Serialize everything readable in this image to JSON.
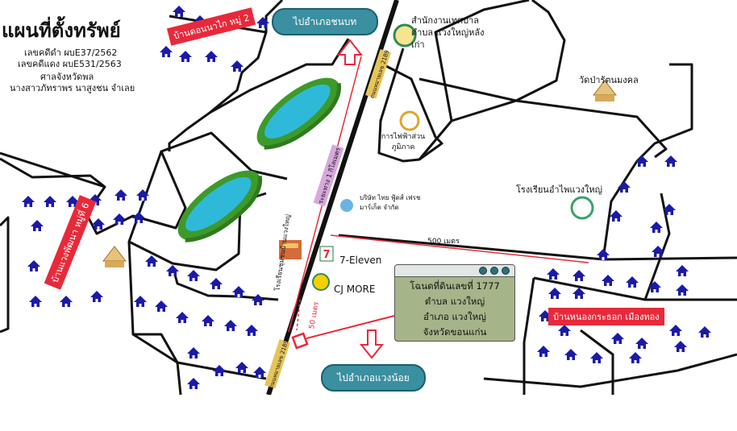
{
  "title": "แผนที่ตั้งทรัพย์",
  "case_black": "เลขคดีดำ ผบE37/2562",
  "case_red": "เลขคดีแดง ผบE531/2563",
  "court": "ศาลจังหวัดพล",
  "owner": "นางสาวภัทราพร นาสูงชน จำเลย",
  "to_north": "ไปอำเภอชนบท",
  "to_south": "ไปอำเภอแวงน้อย",
  "village_2": "บ้านดอนนาไก หมู่ 2",
  "village_6": "บ้านแวงพัฒนา หมู่ที่ 6",
  "village_east": "บ้านหนองกระธอก เมืองทอง",
  "office_label": "สำนักงานเทศบาลตำบล แวงใหญ่หลังเก่า",
  "pea_label": "การไฟฟ้าส่วน ภูมิภาค",
  "temple_label": "วัดป่ารัตนมงคล",
  "school_label": "โรงเรียนอำไพแวงใหญ่",
  "company_label": "บริษัท ไทย ฟู้ดส์ เฟรช มาร์เก็ต จำกัด",
  "school_side_label": "โรงเรียนชุมชนบ้านแวงใหญ่",
  "seven_eleven": "7-Eleven",
  "cj_more": "CJ MORE",
  "dist_500": "500 เมตร",
  "dist_50": "50 เมตร",
  "dist_1km": "ระยะทาง 1 กิโลเมตร",
  "road_north": "ถนนหมายเลข 2189",
  "road_south": "ถนนหมายเลข 2189",
  "deed": {
    "line1": "โฉนดที่ดินเลขที่ 1777",
    "line2": "ตำบล แวงใหญ่",
    "line3": "อำเภอ แวงใหญ่",
    "line4": "จังหวัดขอนแก่น"
  },
  "colors": {
    "accent_teal": "#3a8fa0",
    "tag_red": "#e8293a",
    "house_blue": "#1a1aa8",
    "card_green": "#a6b48a"
  }
}
